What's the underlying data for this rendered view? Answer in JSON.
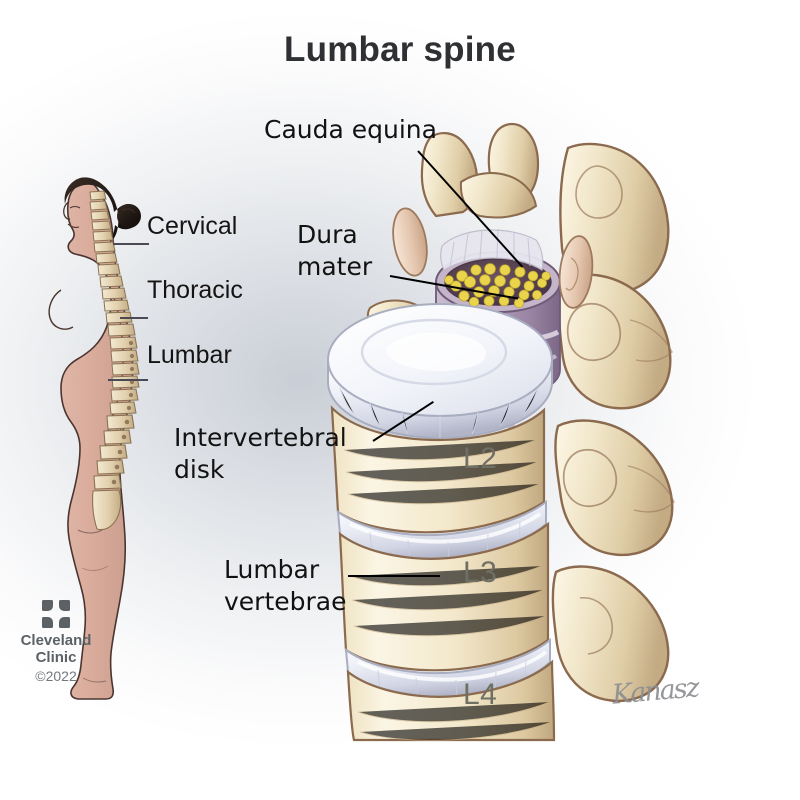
{
  "title": "Lumbar spine",
  "labels": {
    "cervical": "Cervical",
    "thoracic": "Thoracic",
    "lumbar": "Lumbar",
    "cauda_equina": "Cauda equina",
    "dura_mater_line1": "Dura",
    "dura_mater_line2": "mater",
    "intervertebral_line1": "Intervertebral",
    "intervertebral_line2": "disk",
    "lumbar_vertebrae_line1": "Lumbar",
    "lumbar_vertebrae_line2": "vertebrae"
  },
  "vertebra_levels": {
    "l2": "L2",
    "l3": "L3",
    "l4": "L4"
  },
  "logo": {
    "name_line1": "Cleveland",
    "name_line2": "Clinic",
    "copyright": "©2022"
  },
  "signature": "Kanasz",
  "colors": {
    "title_text": "#2f3033",
    "label_text": "#141414",
    "level_text": "#6f6f64",
    "logo_gray": "#5c6166",
    "bone": "#ece0c4",
    "bone_shadow": "#9c8468",
    "bone_outline": "#8b6a4e",
    "disk": "#e9ecf4",
    "disk_shadow": "#b9bed2",
    "dura": "#b2a0b8",
    "dura_dark": "#6d5565",
    "nerve_yellow": "#e8d34a",
    "skin": "#d8ab9c",
    "skin_outline": "#4a3530",
    "hair": "#231a17",
    "spine_bone": "#e7d8b8",
    "background": "#eef0f2"
  }
}
